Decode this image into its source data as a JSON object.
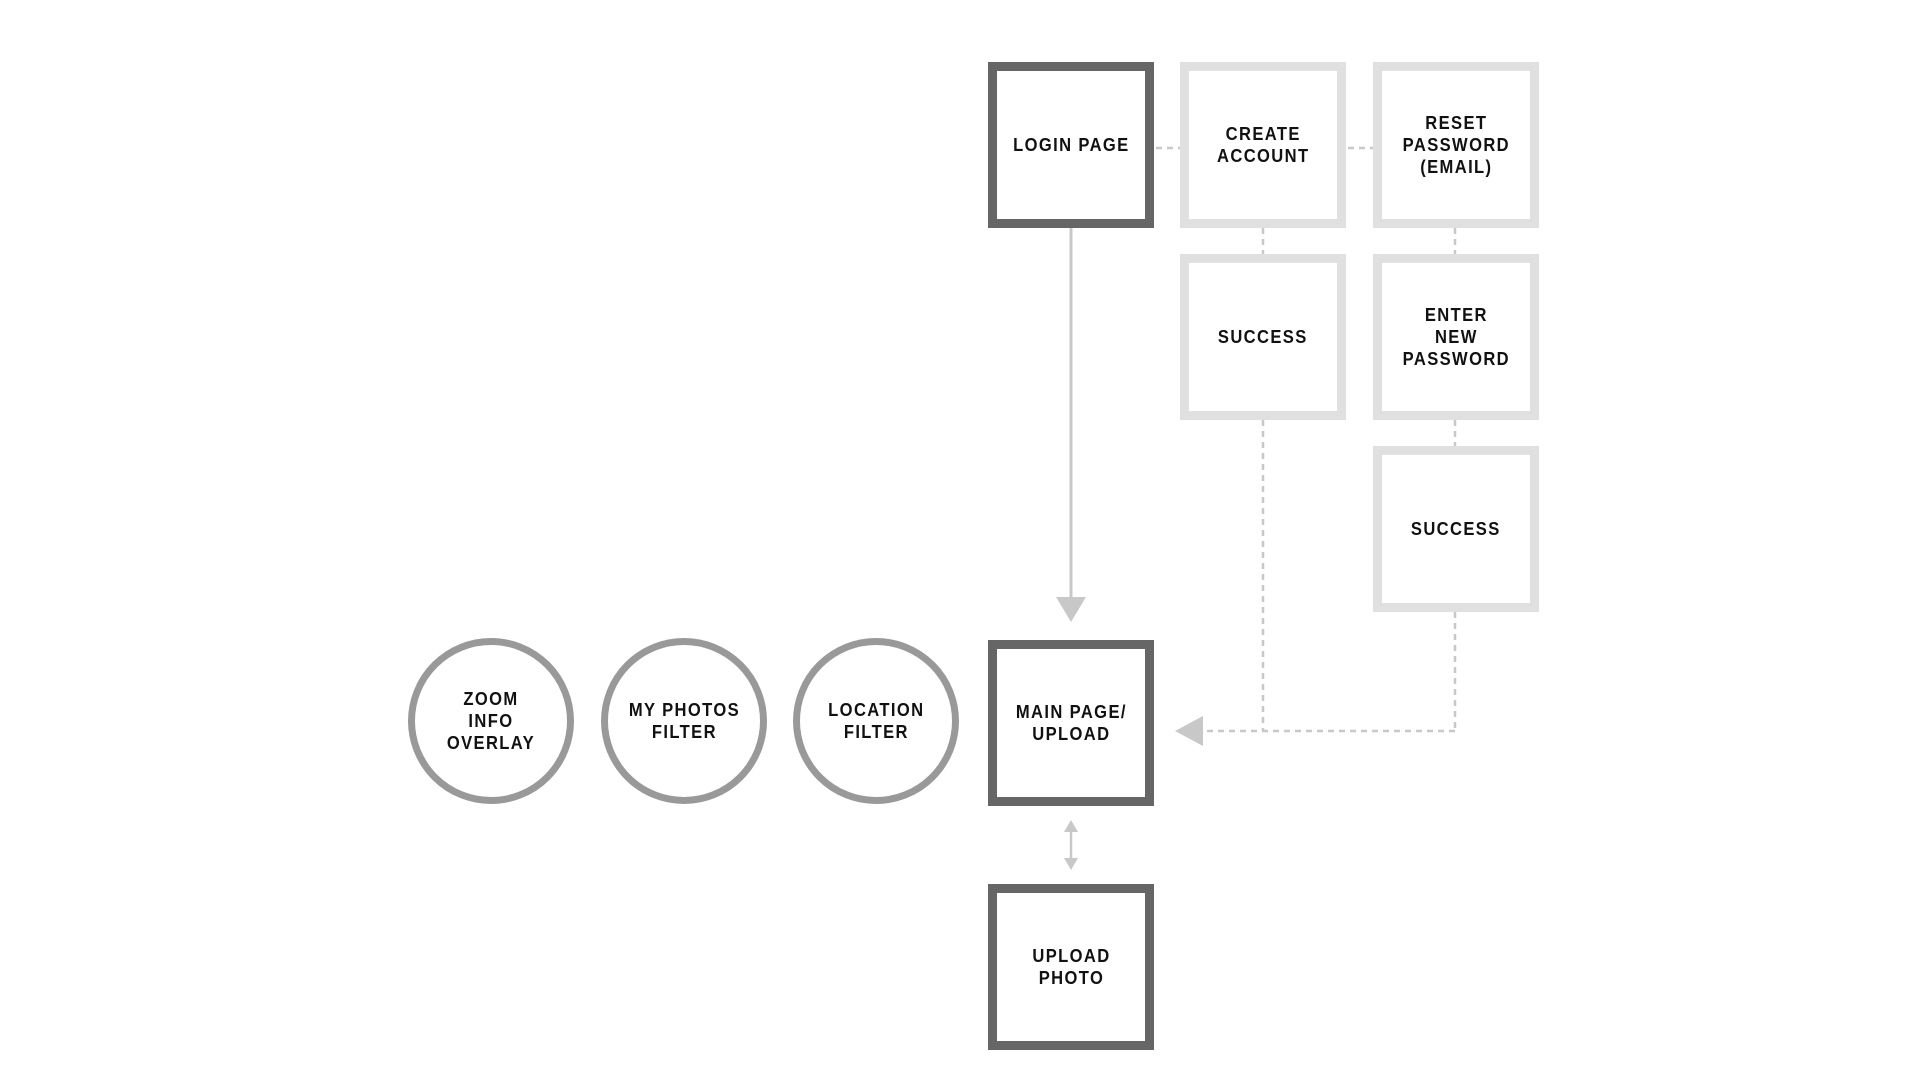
{
  "nodes": {
    "login": {
      "label": "LOGIN PAGE"
    },
    "create_account": {
      "label": "CREATE\nACCOUNT"
    },
    "reset_password": {
      "label": "RESET\nPASSWORD\n(EMAIL)"
    },
    "success_create": {
      "label": "SUCCESS"
    },
    "enter_new_password": {
      "label": "ENTER\nNEW\nPASSWORD"
    },
    "success_reset": {
      "label": "SUCCESS"
    },
    "main_page": {
      "label": "MAIN PAGE/\nUPLOAD"
    },
    "upload_photo": {
      "label": "UPLOAD\nPHOTO"
    },
    "zoom_info": {
      "label": "ZOOM\nINFO\nOVERLAY"
    },
    "my_photos": {
      "label": "MY PHOTOS\nFILTER"
    },
    "location_filter": {
      "label": "LOCATION\nFILTER"
    }
  },
  "colors": {
    "primary_border": "#666666",
    "secondary_border": "#e0e0e0",
    "circle_border": "#999999",
    "connector": "#c8c8c8",
    "text": "#111111"
  }
}
